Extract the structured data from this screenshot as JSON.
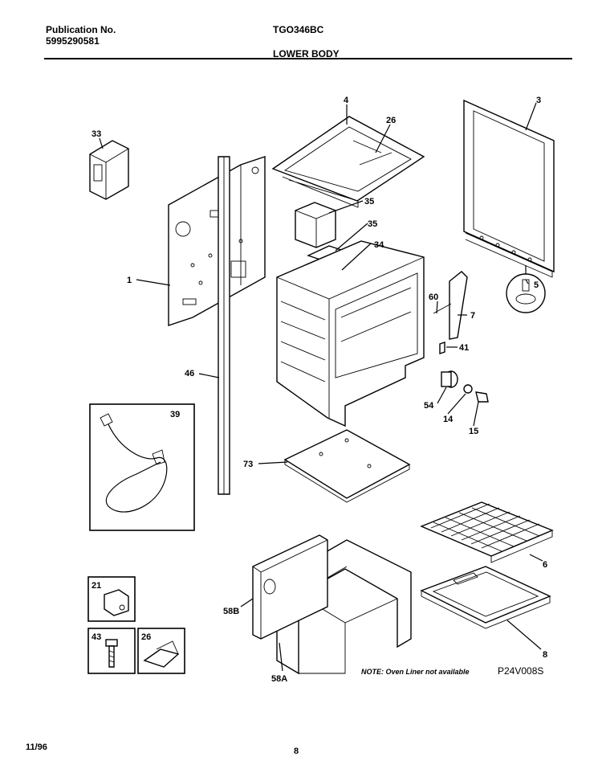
{
  "header": {
    "publication_label": "Publication No.",
    "publication_number": "5995290581",
    "model": "TGO346BC",
    "section_title": "LOWER BODY"
  },
  "footer": {
    "date": "11/96",
    "page_number": "8"
  },
  "diagram": {
    "note": "NOTE: Oven Liner not available",
    "drawing_code": "P24V008S",
    "callouts": {
      "p1": "1",
      "p3": "3",
      "p4": "4",
      "p5": "5",
      "p6": "6",
      "p7": "7",
      "p8": "8",
      "p14": "14",
      "p15": "15",
      "p21": "21",
      "p26a": "26",
      "p26b": "26",
      "p33": "33",
      "p34": "34",
      "p35a": "35",
      "p35b": "35",
      "p39": "39",
      "p41": "41",
      "p43": "43",
      "p46": "46",
      "p54": "54",
      "p58a": "58A",
      "p58b": "58B",
      "p60": "60",
      "p73": "73"
    }
  }
}
